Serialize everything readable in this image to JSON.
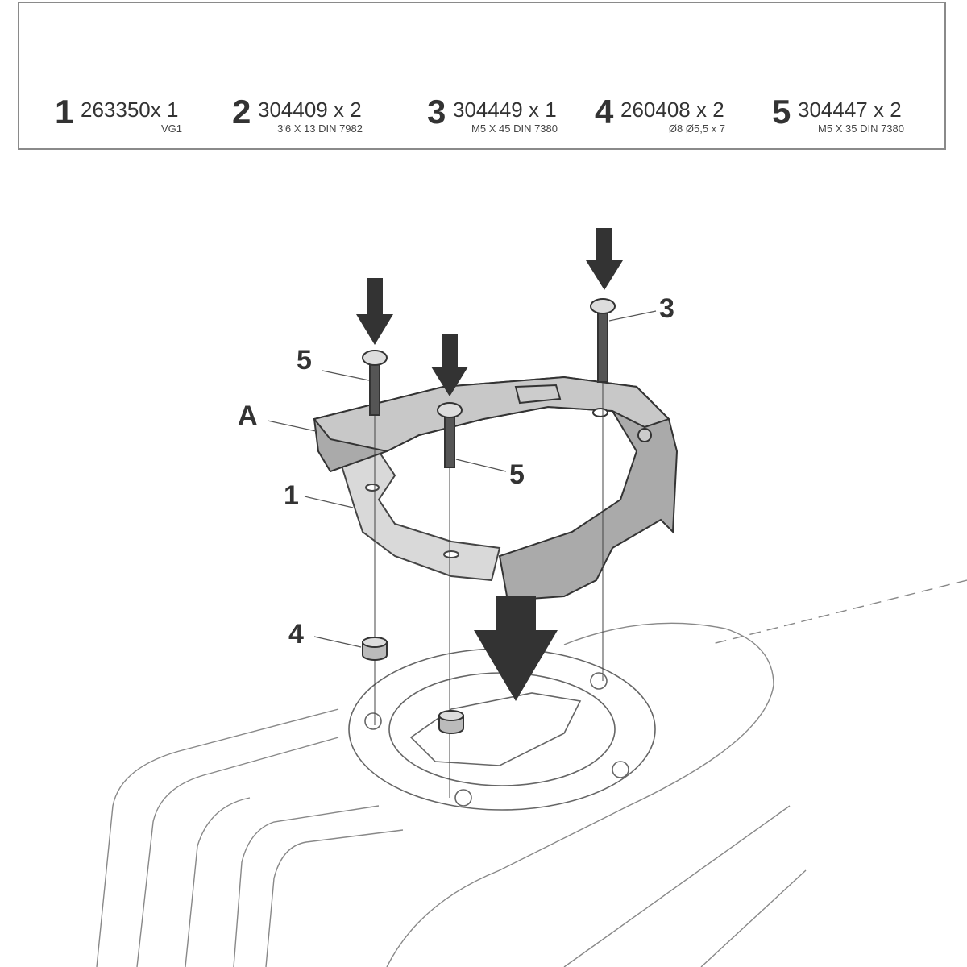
{
  "parts": [
    {
      "number": "1",
      "code": "263350x 1",
      "spec": "VG1"
    },
    {
      "number": "2",
      "code": "304409 x 2",
      "spec": "3'6 X 13 DIN 7982"
    },
    {
      "number": "3",
      "code": "304449 x 1",
      "spec": "M5 X 45 DIN 7380"
    },
    {
      "number": "4",
      "code": "260408 x 2",
      "spec": "Ø8 Ø5,5 x 7"
    },
    {
      "number": "5",
      "code": "304447 x 2",
      "spec": "M5 X 35 DIN 7380"
    }
  ],
  "callouts": {
    "bolt_left": "5",
    "bracket": "A",
    "plate": "1",
    "bolt_center": "5",
    "bolt_right": "3",
    "spacer": "4"
  }
}
